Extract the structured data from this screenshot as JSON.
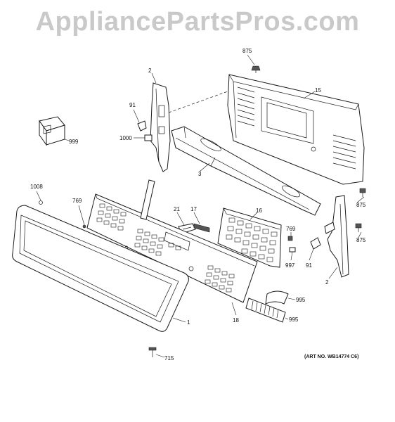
{
  "watermark": "AppliancePartsPros.com",
  "art_number": "(ART NO. WB14774 C6)",
  "labels": {
    "l875a": "875",
    "l15": "15",
    "l2a": "2",
    "l91a": "91",
    "l1000": "1000",
    "l999": "999",
    "l3": "3",
    "l1008": "1008",
    "l769a": "769",
    "l21": "21",
    "l17": "17",
    "l16": "16",
    "l875b": "875",
    "l875c": "875",
    "l769b": "769",
    "l997": "997",
    "l91b": "91",
    "l2b": "2",
    "l995a": "995",
    "l995b": "995",
    "l18": "18",
    "l1": "1",
    "l715": "715"
  }
}
